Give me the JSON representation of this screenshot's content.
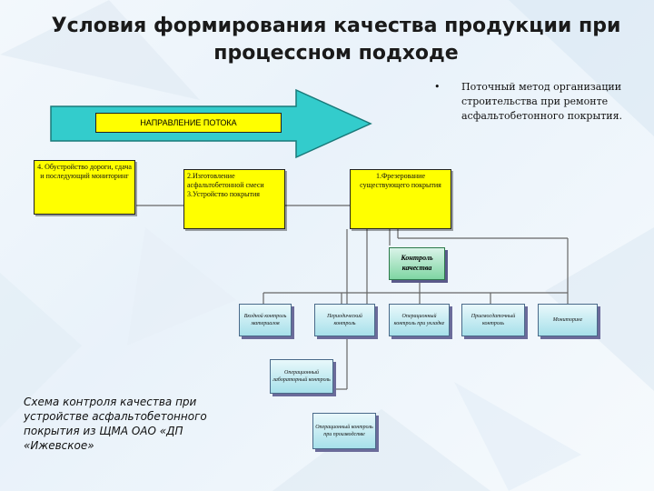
{
  "title": "Условия формирования качества продукции при процессном подходе",
  "bullet": {
    "marker": "•",
    "text": "Поточный метод организации строительства при ремонте асфальтобетонного покрытия."
  },
  "flow_arrow": {
    "label": "НАПРАВЛЕНИЕ ПОТОКА",
    "color": "#33cccc"
  },
  "stages": {
    "stage4": "4. Обустройство дороги, сдача и последующий мониторинг",
    "stage23": "2.Изготовление асфальтобетонной смеси 3.Устройство покрытия",
    "stage1": "1.Фрезерование существующего покрытия"
  },
  "quality_control": "Контроль качества",
  "controls": {
    "incoming": "Входной контроль материалов",
    "periodic": "Периодический контроль",
    "operational_ground": "Операционный контроль при укладке",
    "acceptance": "Приемосдаточный контроль",
    "monitoring": "Мониторинг",
    "operational_lab": "Операционный лабораторный контроль",
    "operational_production": "Операционный контроль при производстве"
  },
  "caption": "Схема контроля качества при устройстве асфальтобетонного покрытия из ЩМА ОАО «ДП «Ижевское»"
}
